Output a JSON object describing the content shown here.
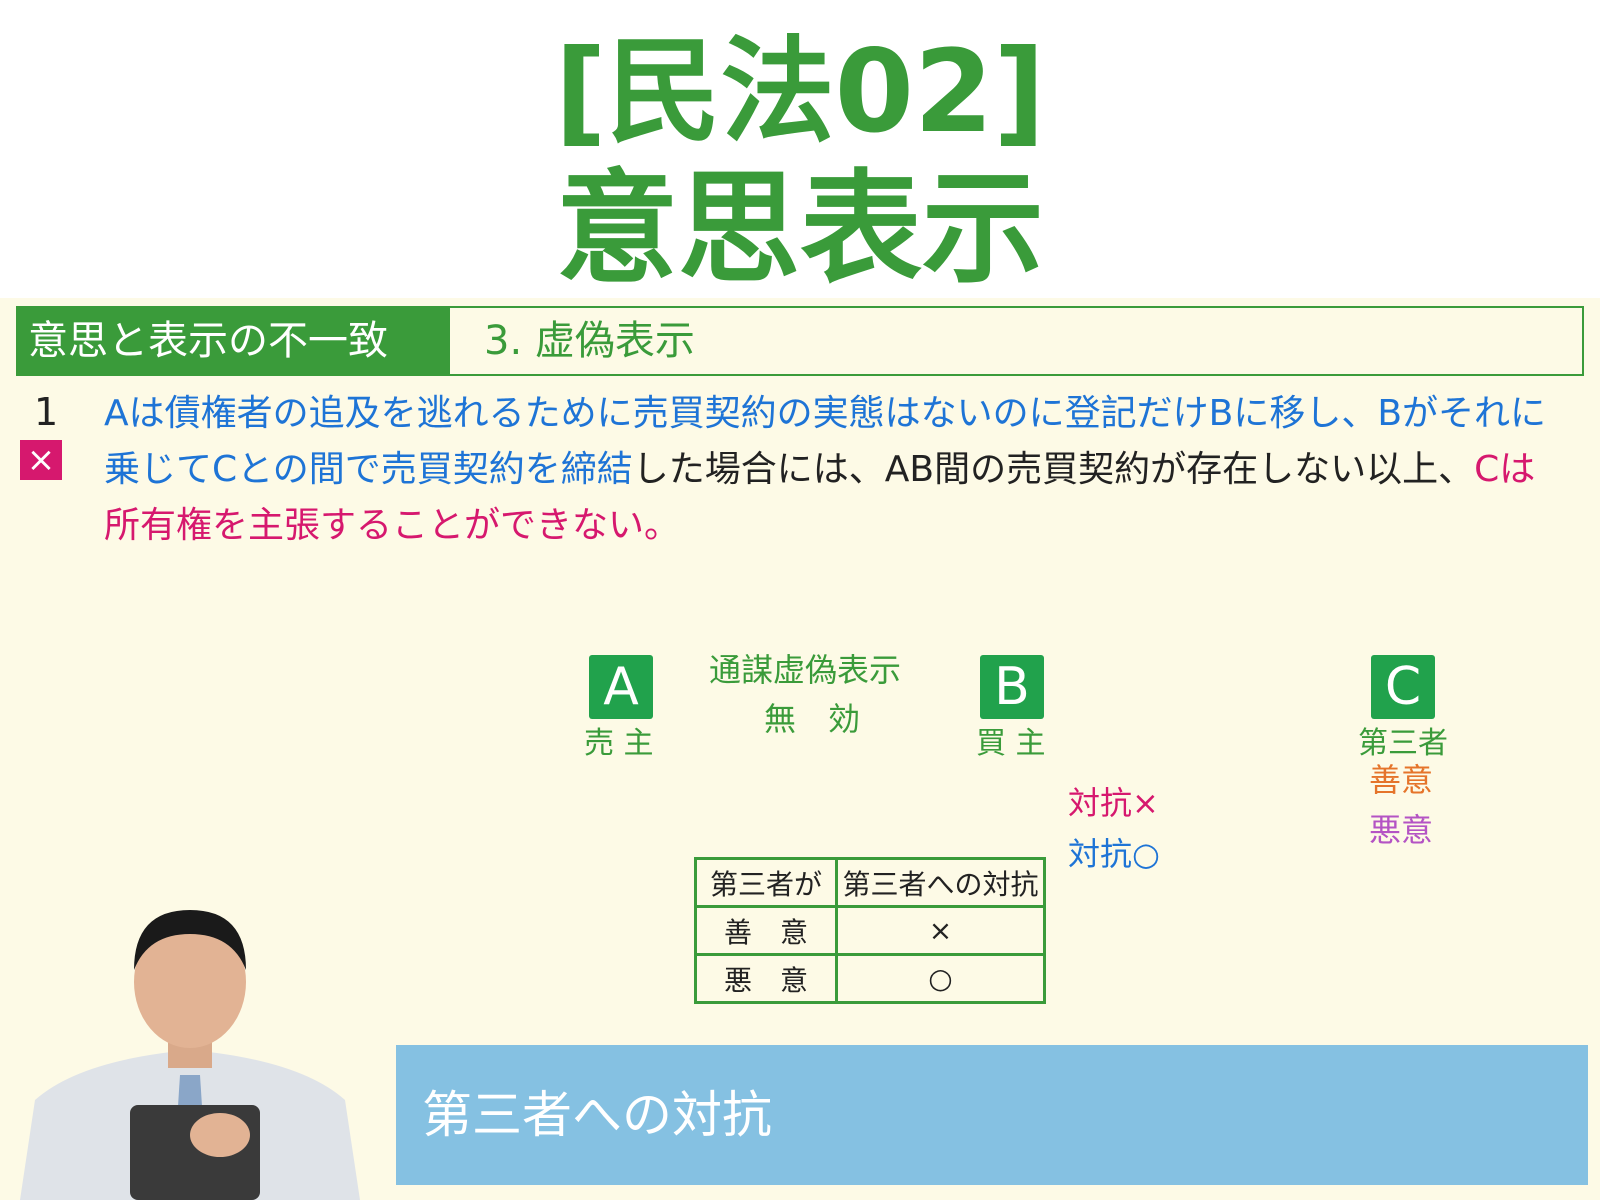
{
  "title": {
    "line1": "[民法02]",
    "line2": "意思表示"
  },
  "section": {
    "category": "意思と表示の不一致",
    "topic": "3. 虚偽表示"
  },
  "question": {
    "number": "1",
    "answer": "×",
    "segments": [
      {
        "text": "Aは債権者の追及を逃れるために売買契約の実態はないのに登記だけBに移し、Bがそれに乗じてCとの間で売買契約を締結",
        "color": "blue"
      },
      {
        "text": "した場合には、AB間の売買契約が存在しない以上、",
        "color": "black"
      },
      {
        "text": "Cは所有権を主張することができない。",
        "color": "pink"
      }
    ]
  },
  "diagram": {
    "nodes": [
      {
        "letter": "A",
        "role": "売 主"
      },
      {
        "letter": "B",
        "role": "買 主"
      },
      {
        "letter": "C",
        "role": "第三者"
      }
    ],
    "link_label": "通謀虚偽表示",
    "invalid_label": "無　効",
    "arrows": [
      {
        "label": "対抗×",
        "target": "善意",
        "color": "#d6186e"
      },
      {
        "label": "対抗○",
        "target": "悪意",
        "color": "#1e74d6"
      }
    ]
  },
  "table": {
    "headers": [
      "第三者が",
      "第三者への対抗"
    ],
    "rows": [
      [
        "善　意",
        "×"
      ],
      [
        "悪　意",
        "○"
      ]
    ]
  },
  "caption": "第三者への対抗",
  "colors": {
    "brand_green": "#3a9b3a",
    "node_green": "#21a24c",
    "blue": "#1e74d6",
    "pink": "#d6186e",
    "caption_bg": "#85c1e2",
    "panel_bg": "#fdfae6"
  }
}
